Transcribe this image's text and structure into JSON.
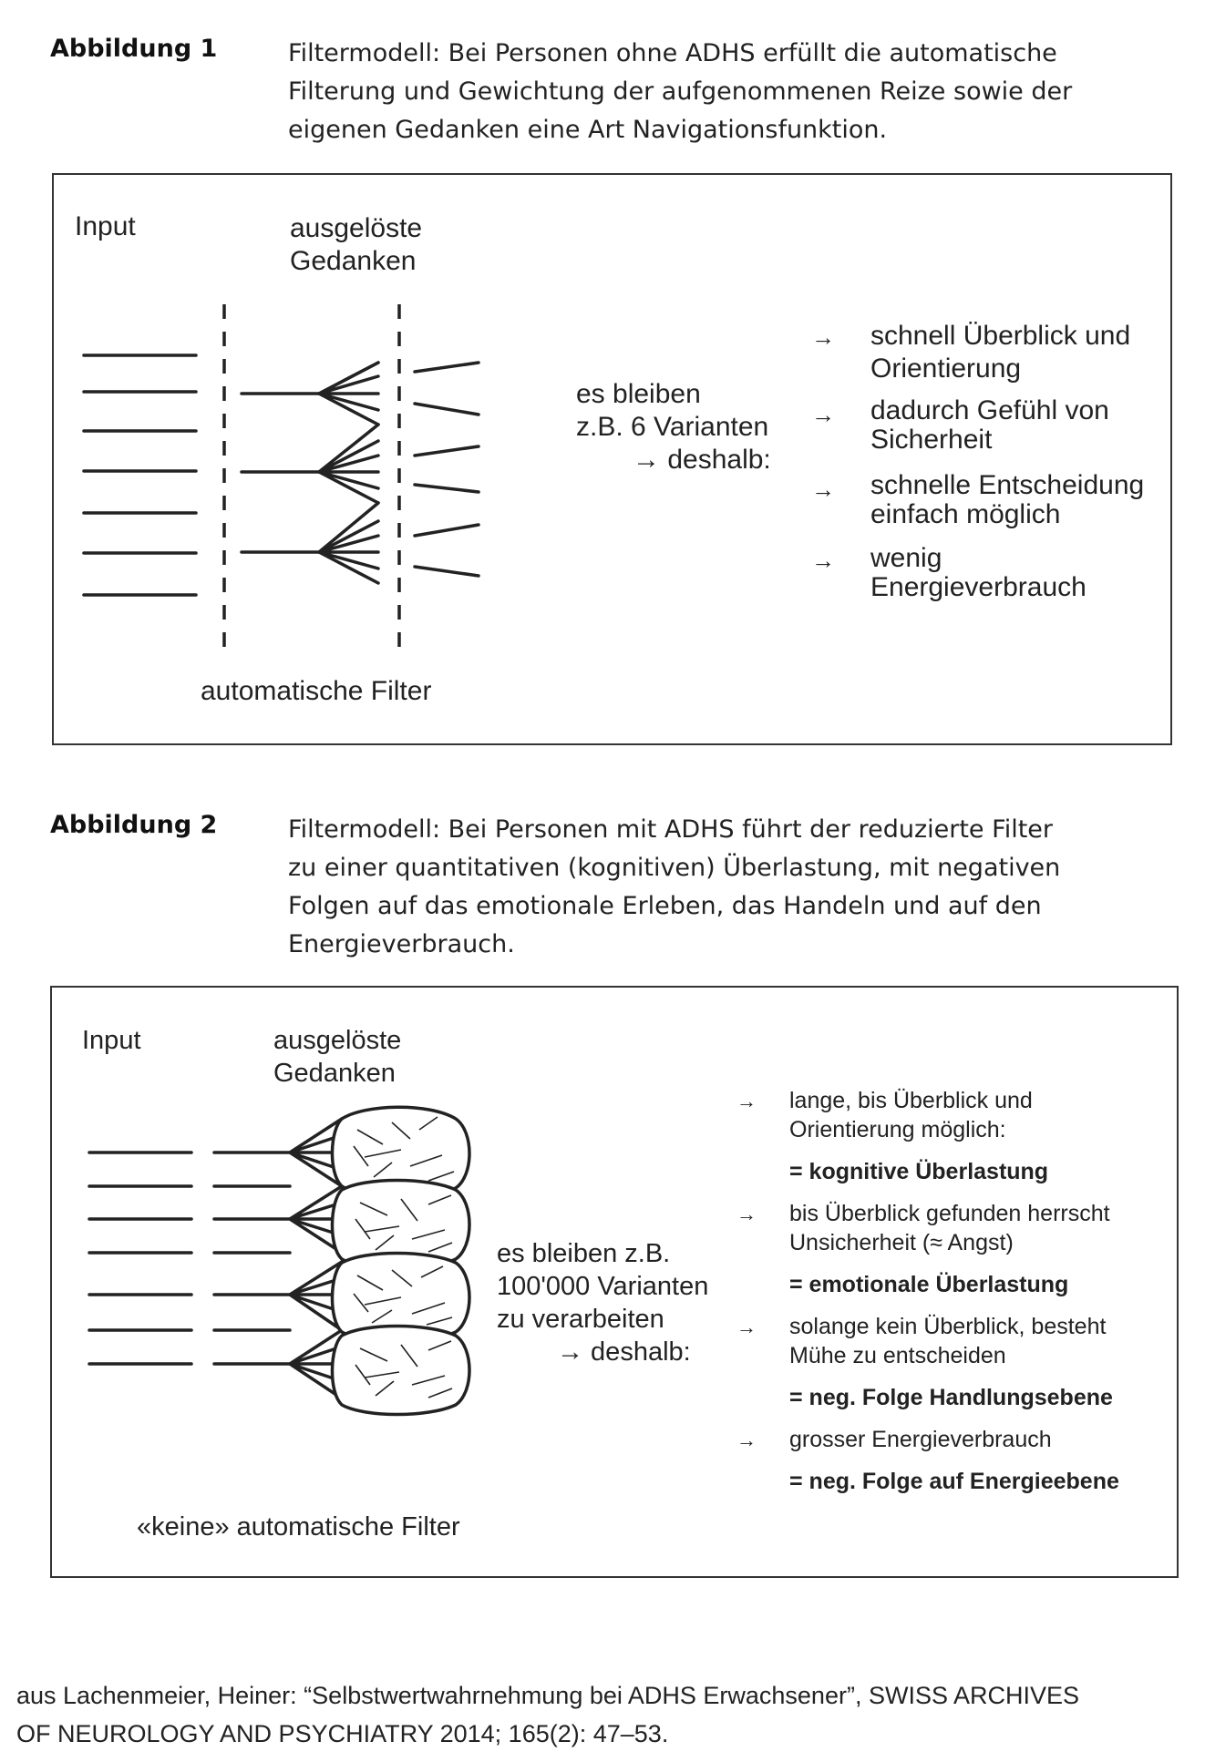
{
  "figure1": {
    "label": "Abbildung 1",
    "caption_lines": [
      "Filtermodell: Bei Personen ohne ADHS erfüllt die automatische",
      "Filterung und Gewichtung der aufgenommenen Reize sowie der",
      "eigenen Gedanken eine Art Navigationsfunktion."
    ],
    "input_label": "Input",
    "thoughts_label_lines": [
      "ausgelöste",
      "Gedanken"
    ],
    "filter_label": "automatische Filter",
    "remaining_lines": [
      "es bleiben",
      "z.B. 6 Varianten",
      "→ deshalb:"
    ],
    "consequences": [
      {
        "lines": [
          "schnell Überblick und",
          "Orientierung"
        ]
      },
      {
        "lines": [
          "dadurch Gefühl von",
          "Sicherheit"
        ]
      },
      {
        "lines": [
          "schnelle Entscheidung",
          "einfach möglich"
        ]
      },
      {
        "lines": [
          "wenig",
          "Energieverbrauch"
        ]
      }
    ],
    "arrow_symbol": "→"
  },
  "figure2": {
    "label": "Abbildung 2",
    "caption_lines": [
      "Filtermodell: Bei Personen mit ADHS führt der reduzierte Filter",
      "zu einer quantitativen (kognitiven) Überlastung, mit negativen",
      "Folgen auf das emotionale Erleben, das Handeln und auf den",
      "Energieverbrauch."
    ],
    "input_label": "Input",
    "thoughts_label_lines": [
      "ausgelöste",
      "Gedanken"
    ],
    "filter_label": "«keine» automatische Filter",
    "remaining_lines": [
      "es bleiben z.B.",
      "100'000 Varianten",
      "zu verarbeiten",
      "→ deshalb:"
    ],
    "consequences": [
      {
        "lines": [
          "lange, bis Überblick und",
          "Orientierung möglich:"
        ],
        "result": "= kognitive Überlastung"
      },
      {
        "lines": [
          "bis Überblick gefunden herrscht",
          "Unsicherheit (≈ Angst)"
        ],
        "result": "= emotionale Überlastung"
      },
      {
        "lines": [
          "solange kein Überblick, besteht",
          "Mühe zu entscheiden"
        ],
        "result": "= neg. Folge Handlungsebene"
      },
      {
        "lines": [
          "grosser Energieverbrauch"
        ],
        "result": "= neg. Folge auf Energieebene"
      }
    ],
    "arrow_symbol": "→"
  },
  "source_lines": [
    "aus Lachenmeier, Heiner: “Selbstwertwahrnehmung bei ADHS Erwachsener”, SWISS ARCHIVES",
    "OF NEUROLOGY AND PSYCHIATRY 2014; 165(2): 47–53."
  ],
  "colors": {
    "ink": "#222222",
    "border": "#333333",
    "background": "#ffffff"
  }
}
